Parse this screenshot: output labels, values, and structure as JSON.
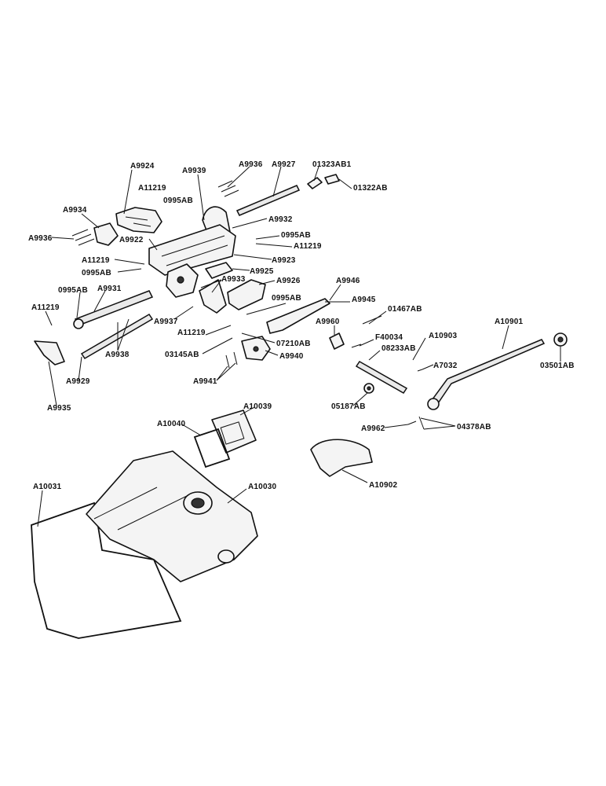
{
  "labels": [
    {
      "id": "l1",
      "text": "A9924"
    },
    {
      "id": "l2",
      "text": "A9939"
    },
    {
      "id": "l3",
      "text": "A9936"
    },
    {
      "id": "l4",
      "text": "A9927"
    },
    {
      "id": "l5",
      "text": "01323AB1"
    },
    {
      "id": "l6",
      "text": "01322AB"
    },
    {
      "id": "l7",
      "text": "A11219"
    },
    {
      "id": "l8",
      "text": "0995AB"
    },
    {
      "id": "l9",
      "text": "A9934"
    },
    {
      "id": "l10",
      "text": "A9932"
    },
    {
      "id": "l11",
      "text": "A9936"
    },
    {
      "id": "l12",
      "text": "A9922"
    },
    {
      "id": "l13",
      "text": "0995AB"
    },
    {
      "id": "l14",
      "text": "A11219"
    },
    {
      "id": "l15",
      "text": "A11219"
    },
    {
      "id": "l16",
      "text": "A9923"
    },
    {
      "id": "l17",
      "text": "0995AB"
    },
    {
      "id": "l18",
      "text": "A9925"
    },
    {
      "id": "l19",
      "text": "A9933"
    },
    {
      "id": "l20",
      "text": "A9926"
    },
    {
      "id": "l21",
      "text": "A9946"
    },
    {
      "id": "l22",
      "text": "0995AB"
    },
    {
      "id": "l23",
      "text": "A9931"
    },
    {
      "id": "l24",
      "text": "0995AB"
    },
    {
      "id": "l25",
      "text": "A9945"
    },
    {
      "id": "l26",
      "text": "01467AB"
    },
    {
      "id": "l27",
      "text": "A11219"
    },
    {
      "id": "l28",
      "text": "A9937"
    },
    {
      "id": "l29",
      "text": "A9960"
    },
    {
      "id": "l30",
      "text": "A10901"
    },
    {
      "id": "l31",
      "text": "A11219"
    },
    {
      "id": "l32",
      "text": "F40034"
    },
    {
      "id": "l33",
      "text": "A10903"
    },
    {
      "id": "l34",
      "text": "07210AB"
    },
    {
      "id": "l35",
      "text": "08233AB"
    },
    {
      "id": "l36",
      "text": "A9938"
    },
    {
      "id": "l37",
      "text": "03145AB"
    },
    {
      "id": "l38",
      "text": "A9940"
    },
    {
      "id": "l39",
      "text": "A7032"
    },
    {
      "id": "l40",
      "text": "03501AB"
    },
    {
      "id": "l41",
      "text": "A9929"
    },
    {
      "id": "l42",
      "text": "A9941"
    },
    {
      "id": "l43",
      "text": "05187AB"
    },
    {
      "id": "l44",
      "text": "A9935"
    },
    {
      "id": "l45",
      "text": "A10039"
    },
    {
      "id": "l46",
      "text": "A10040"
    },
    {
      "id": "l47",
      "text": "A9962"
    },
    {
      "id": "l48",
      "text": "04378AB"
    },
    {
      "id": "l49",
      "text": "A10031"
    },
    {
      "id": "l50",
      "text": "A10030"
    },
    {
      "id": "l51",
      "text": "A10902"
    }
  ]
}
